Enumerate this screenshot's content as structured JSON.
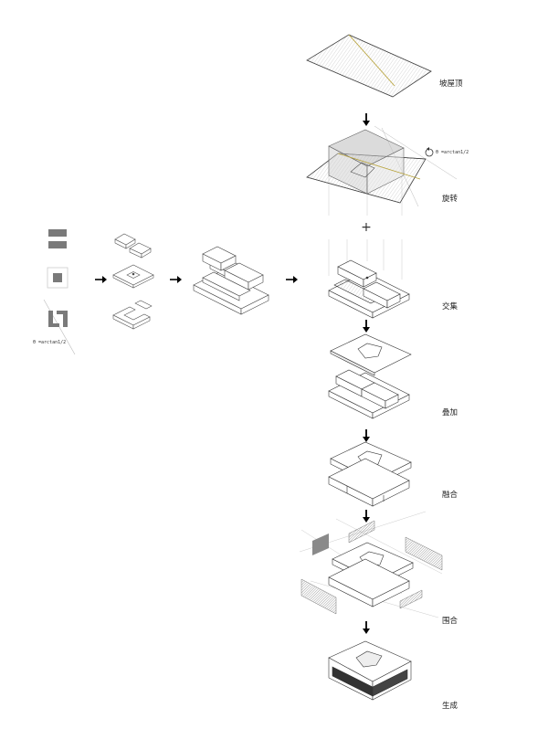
{
  "steps": [
    {
      "id": "roof",
      "label": "坡屋顶"
    },
    {
      "id": "rotate",
      "label": "旋转",
      "formula": "θ =arctan1/2"
    },
    {
      "id": "intersect",
      "label": "交集"
    },
    {
      "id": "overlay",
      "label": "叠加"
    },
    {
      "id": "merge",
      "label": "融合"
    },
    {
      "id": "enclose",
      "label": "围合"
    },
    {
      "id": "generate",
      "label": "生成"
    }
  ],
  "left_formula": "θ =arctan1/2",
  "plus_symbol": "+"
}
